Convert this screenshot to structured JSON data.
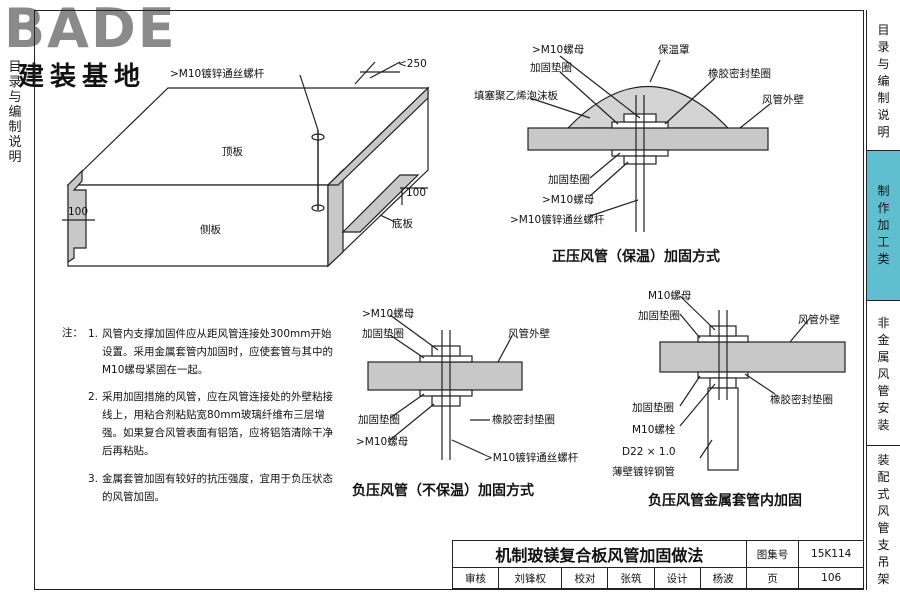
{
  "logo": {
    "brand": "BADE",
    "subtitle": "建装基地"
  },
  "left_strip": [
    "目",
    "录",
    "与",
    "编",
    "制",
    "说",
    "明"
  ],
  "sidebar": {
    "items": [
      {
        "label": "目录与编制说明",
        "active": false
      },
      {
        "label": "制作加工类",
        "active": true
      },
      {
        "label": "非金属风管安装",
        "active": false
      },
      {
        "label": "装配式风管支吊架",
        "active": false
      }
    ]
  },
  "iso_view": {
    "top_label": "顶板",
    "side_label": "侧板",
    "bottom_label": "底板",
    "rod_label": ">M10镀锌通丝螺杆",
    "dim_250": "<250",
    "dim_100_right": "100",
    "dim_100_left": "100"
  },
  "positive": {
    "caption": "正压风管（保温）加固方式",
    "labels": {
      "nut_top": ">M10螺母",
      "washer_top": "加固垫圈",
      "foam": "填塞聚乙烯泡沫板",
      "insulation_cover": "保温罩",
      "rubber_pad": "橡胶密封垫圈",
      "duct_wall": "风管外壁",
      "washer_bottom": "加固垫圈",
      "nut_bottom": ">M10螺母",
      "rod": ">M10镀锌通丝螺杆"
    }
  },
  "negative": {
    "caption": "负压风管（不保温）加固方式",
    "labels": {
      "nut_top": ">M10螺母",
      "washer_top": "加固垫圈",
      "duct_wall": "风管外壁",
      "washer_bottom": "加固垫圈",
      "nut_bottom": ">M10螺母",
      "rubber_pad": "橡胶密封垫圈",
      "rod": ">M10镀锌通丝螺杆"
    }
  },
  "sleeve": {
    "caption": "负压风管金属套管内加固",
    "labels": {
      "nut_top": "M10螺母",
      "washer_top": "加固垫圈",
      "duct_wall": "风管外壁",
      "washer_bottom": "加固垫圈",
      "rubber_pad": "橡胶密封垫圈",
      "bolt": "M10螺栓",
      "pipe_size": "D22 × 1.0",
      "pipe": "薄壁镀锌钢管"
    }
  },
  "notes": {
    "label": "注：",
    "items": [
      {
        "num": "1.",
        "text": "风管内支撑加固件应从距风管连接处300mm开始设置。采用金属套管内加固时，应使套管与其中的M10螺母紧固在一起。"
      },
      {
        "num": "2.",
        "text": "采用加固措施的风管，应在风管连接处的外壁粘接线上，用粘合剂粘贴宽80mm玻璃纤维布三层增强。如果复合风管表面有铝箔，应将铝箔清除干净后再粘贴。"
      },
      {
        "num": "3.",
        "text": "金属套管加固有较好的抗压强度，宜用于负压状态的风管加固。"
      }
    ]
  },
  "title_block": {
    "title": "机制玻镁复合板风管加固做法",
    "atlas_label": "图集号",
    "atlas_no": "15K114",
    "review_label": "审核",
    "reviewer": "刘锋权",
    "check_label": "校对",
    "checker": "张筑",
    "design_label": "设计",
    "designer": "杨波",
    "page_label": "页",
    "page_no": "106"
  },
  "colors": {
    "sidebar_active": "#5fbfd0",
    "panel_fill": "#c8c8c8",
    "insulation_fill": "#d4d4d4",
    "line": "#222222"
  }
}
